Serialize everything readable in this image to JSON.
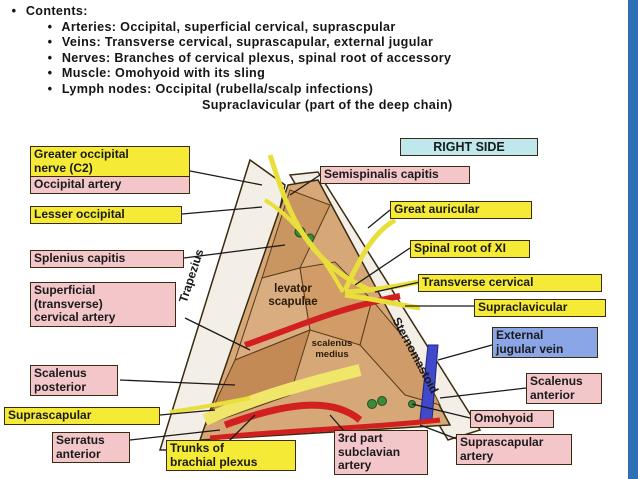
{
  "contents": {
    "bullet": "•",
    "heading": "Contents:",
    "items": [
      "Arteries: Occipital, superficial cervical, suprascpular",
      "Veins: Transverse cervical, suprascapular, external jugular",
      "Nerves: Branches of cervical plexus, spinal root of accessory",
      "Muscle: Omohyoid with its sling",
      "Lymph nodes: Occipital (rubella/scalp infections)"
    ],
    "continuation": "Supraclavicular (part of the deep chain)"
  },
  "diagram": {
    "side_label": "RIGHT SIDE",
    "labels": {
      "greater_occipital": [
        "Greater occipital",
        "nerve (C2)"
      ],
      "occipital_artery": "Occipital artery",
      "semispinalis": "Semispinalis capitis",
      "lesser_occipital": "Lesser occipital",
      "great_auricular": "Great auricular",
      "splenius": "Splenius capitis",
      "spinal_root": "Spinal root of XI",
      "transverse_cervical": "Transverse cervical",
      "superficial_cervical": [
        "Superficial",
        "(transverse)",
        "cervical artery"
      ],
      "supraclavicular": "Supraclavicular",
      "external_jugular": [
        "External",
        "jugular vein"
      ],
      "scalenus_posterior": [
        "Scalenus",
        "posterior"
      ],
      "scalenus_anterior": [
        "Scalenus",
        "anterior"
      ],
      "suprascapular_nerve": "Suprascapular",
      "omohyoid": "Omohyoid",
      "serratus": [
        "Serratus",
        "anterior"
      ],
      "trunks": [
        "Trunks of",
        "brachial plexus"
      ],
      "subclavian": [
        "3rd part",
        "subclavian",
        "artery"
      ],
      "suprascapular_artery": [
        "Suprascapular",
        "artery"
      ],
      "trapezius": "Trapezius",
      "sternomastoid": "Sternomastoid",
      "levator": [
        "levator",
        "scapulae"
      ],
      "scalenus_medius": [
        "scalenus",
        "medius"
      ]
    }
  },
  "colors": {
    "label_yellow": "#f5ea36",
    "label_pink": "#f3c6c9",
    "label_blue": "#8aa6e6",
    "right_side_box": "#bfe8ee",
    "muscle": "#d6a877",
    "artery": "#d21f1f",
    "nerve": "#e9df3a",
    "vein": "#3f49c9"
  }
}
